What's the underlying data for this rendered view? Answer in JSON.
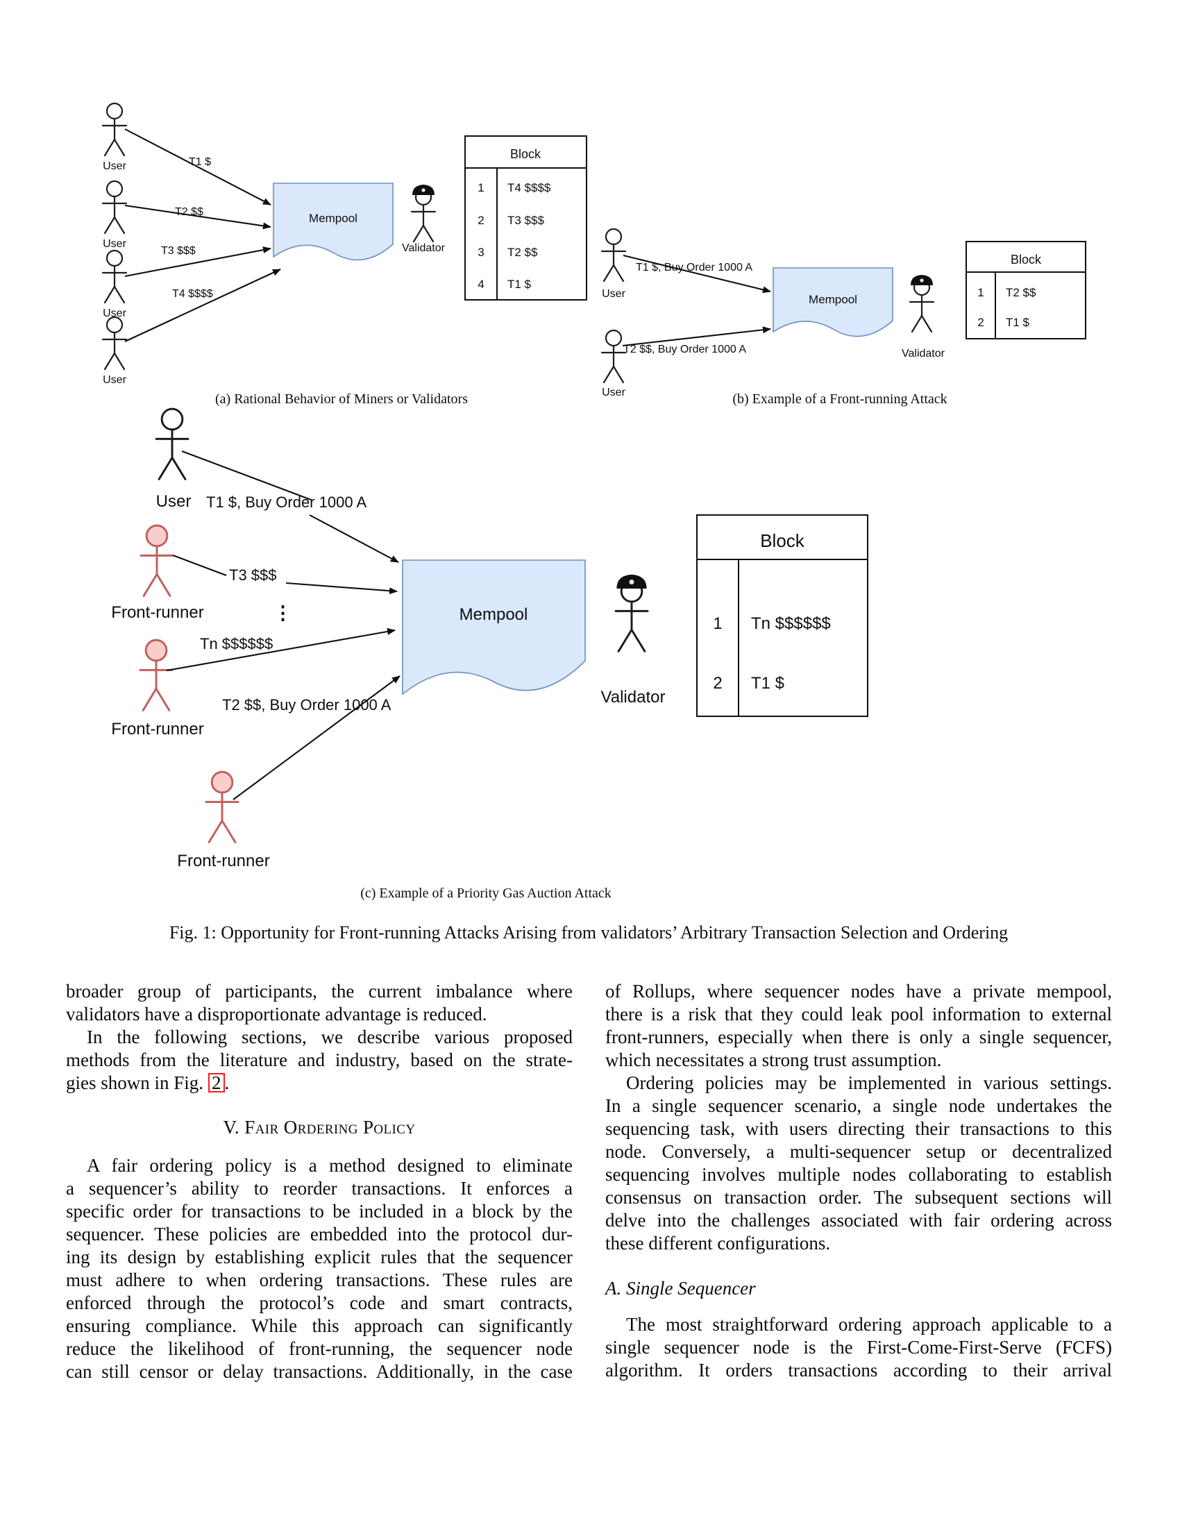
{
  "figure": {
    "sub_a": {
      "caption": "(a) Rational Behavior of Miners or Validators",
      "user_labels": [
        "User",
        "User",
        "User",
        "User"
      ],
      "tx_labels": [
        "T1 $",
        "T2 $$",
        "T3 $$$",
        "T4 $$$$"
      ],
      "mempool_label": "Mempool",
      "validator_label": "Validator",
      "block_title": "Block",
      "block_rows": [
        {
          "n": "1",
          "tx": "T4 $$$$"
        },
        {
          "n": "2",
          "tx": "T3 $$$"
        },
        {
          "n": "3",
          "tx": "T2 $$"
        },
        {
          "n": "4",
          "tx": "T1 $"
        }
      ]
    },
    "sub_b": {
      "caption": "(b) Example of a Front-running Attack",
      "user_labels": [
        "User",
        "User"
      ],
      "tx_labels": [
        "T1 $, Buy Order 1000 A",
        "T2 $$, Buy Order 1000 A"
      ],
      "mempool_label": "Mempool",
      "validator_label": "Validator",
      "block_title": "Block",
      "block_rows": [
        {
          "n": "1",
          "tx": "T2 $$"
        },
        {
          "n": "2",
          "tx": "T1 $"
        }
      ]
    },
    "sub_c": {
      "caption": "(c) Example of a Priority Gas Auction Attack",
      "user_label": "User",
      "frontrunner_labels": [
        "Front-runner",
        "Front-runner",
        "Front-runner"
      ],
      "tx_labels": [
        "T1 $, Buy Order 1000 A",
        "T3 $$$",
        "Tn $$$$$$",
        "T2 $$, Buy Order 1000 A"
      ],
      "ellipsis": "⋮",
      "mempool_label": "Mempool",
      "validator_label": "Validator",
      "block_title": "Block",
      "block_rows": [
        {
          "n": "1",
          "tx": "Tn $$$$$$"
        },
        {
          "n": "2",
          "tx": "T1 $"
        }
      ]
    },
    "main_caption": "Fig. 1: Opportunity for Front-running Attacks Arising from validators’ Arbitrary Transaction Selection and Ordering"
  },
  "colors": {
    "mempool_fill": "#dae8fc",
    "mempool_stroke": "#6c8ebf",
    "frontrunner_stroke": "#c0605c",
    "frontrunner_head_fill": "#f8cecc",
    "reference_box": "#ff1a1a"
  },
  "body": {
    "left_column": {
      "blocks": [
        {
          "type": "p",
          "indent": false,
          "end": true,
          "lines": [
            "broader group of participants, the current imbalance where",
            "validators have a disproportionate advantage is reduced."
          ]
        },
        {
          "type": "p",
          "indent": true,
          "end": true,
          "lines": [
            "In the following sections, we describe various proposed",
            "methods from the literature and industry, based on the strate-"
          ],
          "tail": {
            "pre": "gies shown in Fig.",
            "ref": "2",
            "post": "."
          }
        },
        {
          "type": "h",
          "text": "V. Fair Ordering Policy"
        },
        {
          "type": "p",
          "indent": true,
          "end": false,
          "lines": [
            "A fair ordering policy is a method designed to eliminate",
            "a sequencer’s ability to reorder transactions. It enforces a",
            "specific order for transactions to be included in a block by the",
            "sequencer. These policies are embedded into the protocol dur-",
            "ing its design by establishing explicit rules that the sequencer",
            "must adhere to when ordering transactions. These rules are",
            "enforced through the protocol’s code and smart contracts,",
            "ensuring compliance. While this approach can significantly",
            "reduce the likelihood of front-running, the sequencer node",
            "can still censor or delay transactions. Additionally, in the case"
          ]
        }
      ]
    },
    "right_column": {
      "blocks": [
        {
          "type": "p",
          "indent": false,
          "end": true,
          "lines": [
            "of Rollups, where sequencer nodes have a private mempool,",
            "there is a risk that they could leak pool information to external",
            "front-runners, especially when there is only a single sequencer,",
            "which necessitates a strong trust assumption."
          ]
        },
        {
          "type": "p",
          "indent": true,
          "end": true,
          "lines": [
            "Ordering policies may be implemented in various settings.",
            "In a single sequencer scenario, a single node undertakes the",
            "sequencing task, with users directing their transactions to this",
            "node. Conversely, a multi-sequencer setup or decentralized",
            "sequencing involves multiple nodes collaborating to establish",
            "consensus on transaction order. The subsequent sections will",
            "delve into the challenges associated with fair ordering across",
            "these different configurations."
          ]
        },
        {
          "type": "sub",
          "text": "A. Single Sequencer"
        },
        {
          "type": "p",
          "indent": true,
          "end": false,
          "lines": [
            "The most straightforward ordering approach applicable to a",
            "single sequencer node is the First-Come-First-Serve (FCFS)",
            "algorithm. It orders transactions according to their arrival"
          ]
        }
      ]
    }
  }
}
